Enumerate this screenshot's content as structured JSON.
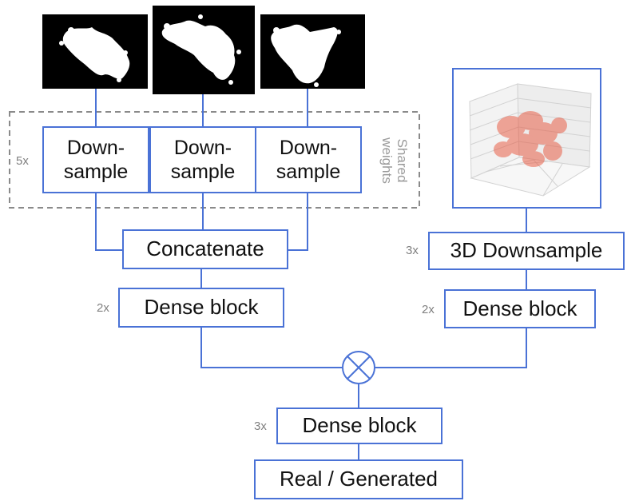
{
  "input_images": [
    {
      "name": "mask-image-1",
      "color": "#000000"
    },
    {
      "name": "mask-image-2",
      "color": "#000000"
    },
    {
      "name": "mask-image-3",
      "color": "#000000"
    }
  ],
  "downsample_blocks": [
    {
      "label": "Down-\nsample"
    },
    {
      "label": "Down-\nsample"
    },
    {
      "label": "Down-\nsample"
    }
  ],
  "downsample_repeat": "5x",
  "shared_weights_label": "Shared\nweights",
  "concatenate_label": "Concatenate",
  "left_dense": {
    "repeat": "2x",
    "label": "Dense block"
  },
  "volume_image": {
    "name": "3d-volume-plot",
    "point_color": "#e8533a"
  },
  "downsample_3d": {
    "repeat": "3x",
    "label": "3D Downsample"
  },
  "right_dense": {
    "repeat": "2x",
    "label": "Dense block"
  },
  "merge_symbol": "⊗",
  "final_dense": {
    "repeat": "3x",
    "label": "Dense block"
  },
  "output_label": "Real / Generated",
  "colors": {
    "line": "#4a72d6",
    "dashed_border": "#8a8a8a",
    "muted_text": "#808080"
  }
}
